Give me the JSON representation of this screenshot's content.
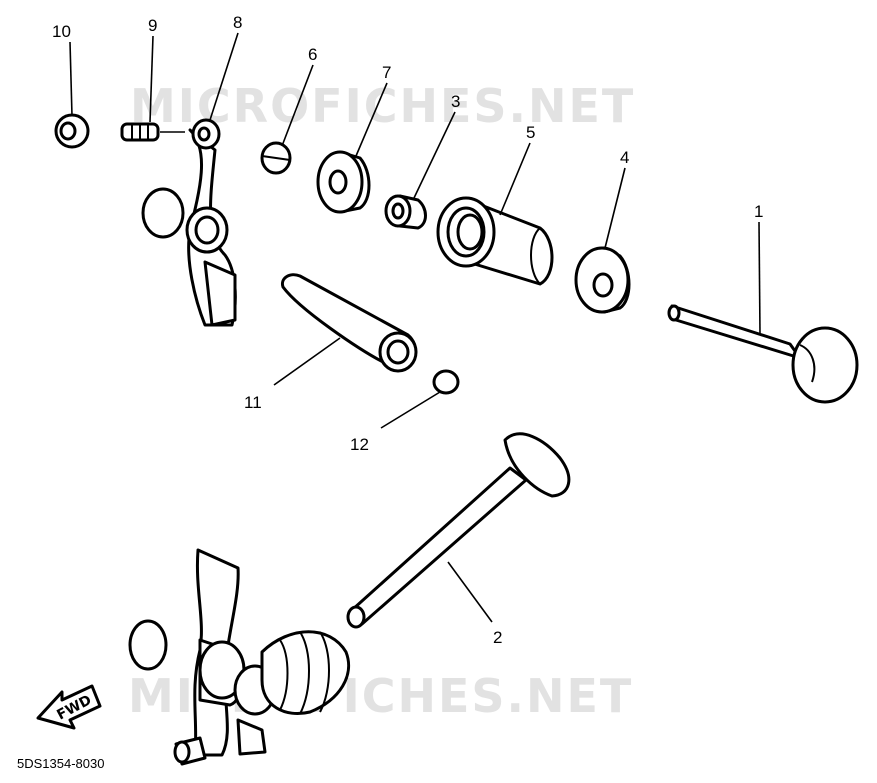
{
  "diagram": {
    "watermark_top": "MICROFICHES.NET",
    "watermark_bottom": "MICROFICHES.NET",
    "direction_label": "FWD",
    "drawing_code": "5DS1354-8030",
    "callouts": [
      "1",
      "2",
      "3",
      "4",
      "5",
      "6",
      "7",
      "8",
      "9",
      "10",
      "11",
      "12"
    ]
  }
}
